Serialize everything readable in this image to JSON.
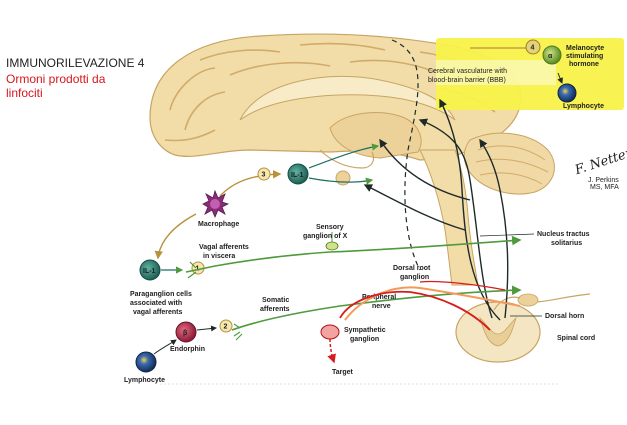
{
  "slide": {
    "title": "IMMUNORILEVAZIONE 4",
    "subtitle": "Ormoni prodotti da linfociti"
  },
  "labels": {
    "melanocyte_1": "Melanocyte",
    "melanocyte_2": "stimulating",
    "melanocyte_3": "hormone",
    "lymphocyte_top": "Lymphocyte",
    "cerebral_1": "Cerebral vasculature with",
    "cerebral_2": "blood-brain barrier (BBB)",
    "macrophage": "Macrophage",
    "vagal_1": "Vagal afferents",
    "vagal_2": "in viscera",
    "sensory_1": "Sensory",
    "sensory_2": "ganglion of X",
    "nucleus_1": "Nucleus tractus",
    "nucleus_2": "solitarius",
    "paraganglion_1": "Paraganglion cells",
    "paraganglion_2": "associated with",
    "paraganglion_3": "vagal afferents",
    "dorsal_root_1": "Dorsal root",
    "dorsal_root_2": "ganglion",
    "somatic_1": "Somatic",
    "somatic_2": "afferents",
    "peripheral_1": "Peripheral",
    "peripheral_2": "nerve",
    "dorsal_horn": "Dorsal horn",
    "spinal_cord": "Spinal cord",
    "endorphin": "Endorphin",
    "sympathetic_1": "Sympathetic",
    "sympathetic_2": "ganglion",
    "target": "Target",
    "lymphocyte_bottom": "Lymphocyte",
    "il1": "IL-1",
    "beta": "β",
    "alpha": "α",
    "step1": "1",
    "step2": "2",
    "step3": "3",
    "step4": "4",
    "signature": "F. Netter",
    "credit_1": "J. Perkins",
    "credit_2": "MS, MFA"
  },
  "colors": {
    "brain": "#f2dca8",
    "brain_fold": "#d9b97a",
    "spinal": "#f4e6c2",
    "highlight": "#f8f24a",
    "green_path": "#4f9a3c",
    "red_path": "#d81b1b",
    "orange_path": "#f39a5a",
    "brown_arrow": "#b8923a",
    "dark_path": "#1e2a2a",
    "il1_cell": "#1f6f62",
    "beta_cell": "#a3233e",
    "lymphocyte_cell": "#1d3f72",
    "macrophage": "#8a2d78",
    "alpha_cell": "#7fae3a"
  }
}
